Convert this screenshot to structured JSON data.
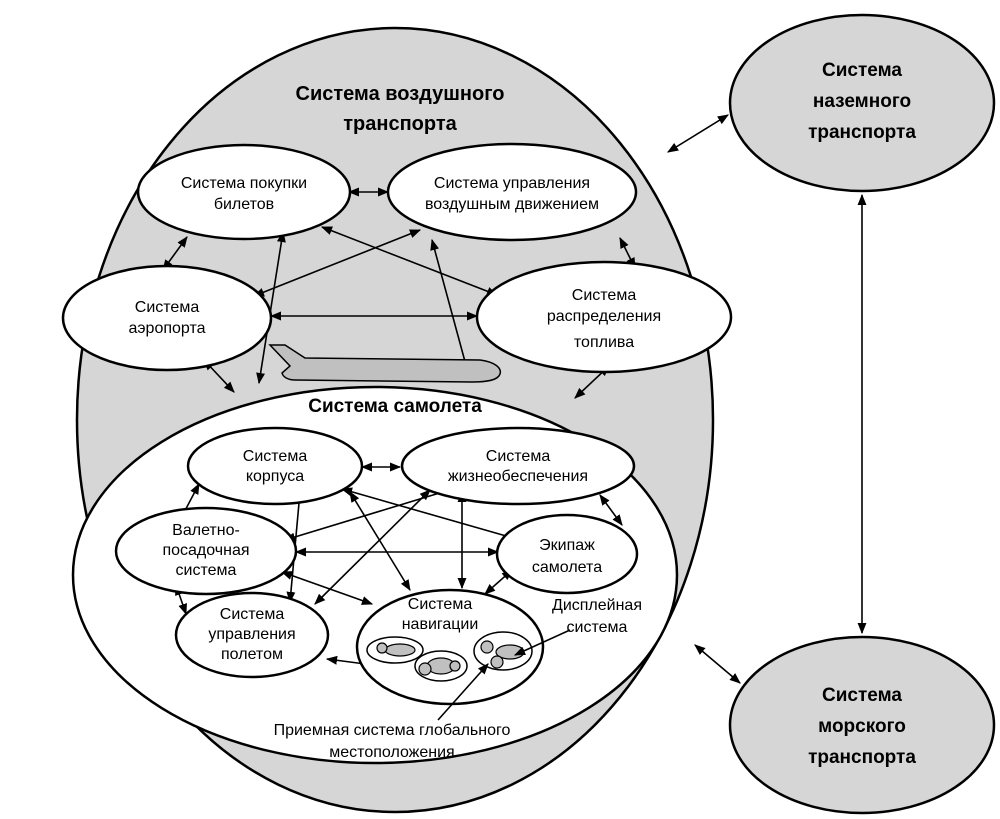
{
  "colors": {
    "outer_fill": "#d6d6d6",
    "inner_fill": "#ffffff",
    "stroke": "#000000"
  },
  "air_transport": {
    "title_line1": "Система воздушного",
    "title_line2": "транспорта"
  },
  "ground_transport": {
    "line1": "Система",
    "line2": "наземного",
    "line3": "транспорта"
  },
  "sea_transport": {
    "line1": "Система",
    "line2": "морского",
    "line3": "транспорта"
  },
  "ticket_system": {
    "line1": "Система покупки",
    "line2": "билетов"
  },
  "atc_system": {
    "line1": "Система управления",
    "line2": "воздушным движением"
  },
  "airport_system": {
    "line1": "Система",
    "line2": "аэропорта"
  },
  "fuel_system": {
    "line1": "Система",
    "line2": "распределения",
    "line3": "топлива"
  },
  "aircraft_system": {
    "title": "Система самолета"
  },
  "hull_system": {
    "line1": "Система",
    "line2": "корпуса"
  },
  "life_support": {
    "line1": "Система",
    "line2": "жизнеобеспечения"
  },
  "landing_system": {
    "line1": "Валетно-",
    "line2": "посадочная",
    "line3": "система"
  },
  "crew": {
    "line1": "Экипаж",
    "line2": "самолета"
  },
  "flight_control": {
    "line1": "Система",
    "line2": "управления",
    "line3": "полетом"
  },
  "navigation": {
    "line1": "Система",
    "line2": "навигации"
  },
  "display_system": {
    "line1": "Дисплейная",
    "line2": "система"
  },
  "gps_caption": {
    "line1": "Приемная система глобального",
    "line2": "местоположения"
  },
  "icons": [
    "airplane-icon"
  ]
}
